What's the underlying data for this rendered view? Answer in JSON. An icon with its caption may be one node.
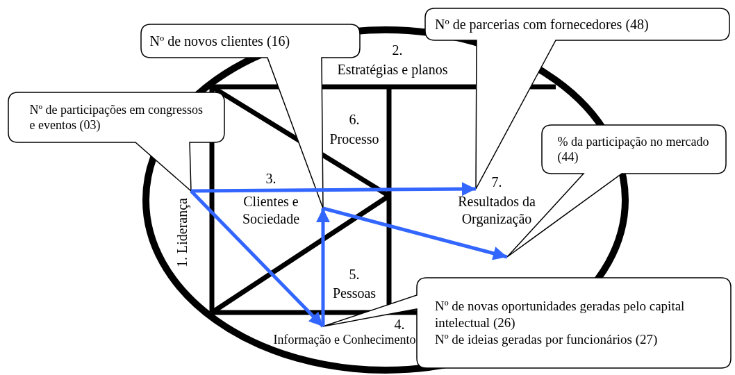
{
  "diagram": {
    "nodes": [
      {
        "text": [
          "Nº de participações em congressos e eventos (03)"
        ]
      },
      {
        "text": [
          "Nº de novos clientes (16)"
        ]
      },
      {
        "text": [
          "Nº de parcerias com fornecedores (48)"
        ]
      },
      {
        "text": [
          "% da participação no mercado (44)"
        ]
      },
      {
        "text": [
          "Nº de novas oportunidades geradas pelo capital intelectual (26)",
          "Nº de ideias geradas por funcionários (27)"
        ]
      }
    ],
    "edges": [
      {
        "from": 0,
        "to": 2,
        "arrow": "to"
      },
      {
        "from": 0,
        "to": 4,
        "arrow": "to"
      },
      {
        "from": 4,
        "to": 1,
        "arrow": "to"
      },
      {
        "from": 1,
        "to": 3,
        "arrow": "to"
      }
    ],
    "labels": [
      "2.",
      "Estratégias e planos",
      "6.",
      "Processo",
      "1. Liderança",
      "3.",
      "Clientes e Sociedade",
      "7.",
      "Resultados da Organização",
      "5.",
      "Pessoas",
      "4.",
      "Informação e Conhecimento"
    ]
  }
}
